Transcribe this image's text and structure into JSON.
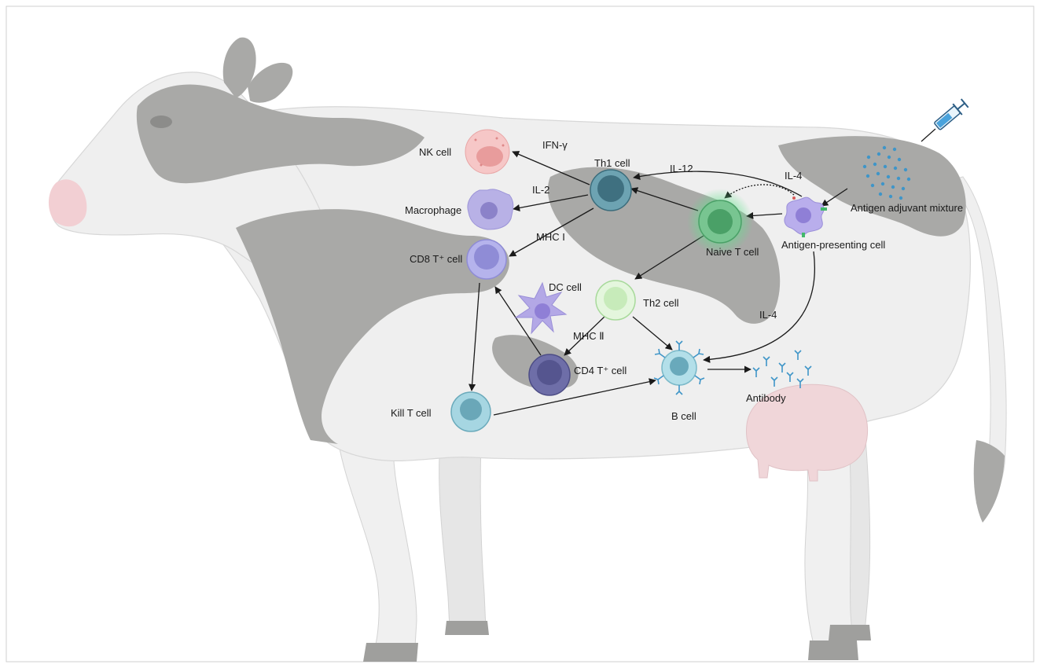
{
  "colors": {
    "cow_body": "#efefef",
    "cow_patch": "#a9a9a7",
    "cow_outline": "#d9d9d9",
    "udder": "#f0d6d9",
    "nose": "#f2cfd3",
    "arrow": "#1a1a1a",
    "nk_cell": "#f3b5b5",
    "macrophage": "#b8b1e6",
    "cd8_cell": "#a9a6e6",
    "th1_cell": "#5f93a3",
    "naive_t_cell": "#5fb07a",
    "apc": "#b3a8e6",
    "th2_cell": "#d6f0cf",
    "cd4_cell": "#6e6ea8",
    "b_cell": "#9fd0dd",
    "kill_t_cell": "#9fd0dd",
    "dc_cell": "#b3a8e6",
    "antibody": "#3f95c8",
    "antigen_dots": "#3f95c8"
  },
  "labels": {
    "nk_cell": "NK  cell",
    "ifn_gamma": "IFN-γ",
    "th1_cell": "Th1 cell",
    "il12": "IL-12",
    "il4_top": "IL-4",
    "il2": "IL-2",
    "macrophage": "Macrophage",
    "mhc_i": "MHC I",
    "cd8_cell": "CD8 T⁺ cell",
    "naive_t_cell": "Naive T cell",
    "apc": "Antigen-presenting  cell",
    "antigen_mixture": "Antigen adjuvant mixture",
    "dc_cell": "DC cell",
    "th2_cell": "Th2 cell",
    "il4_right": "IL-4",
    "mhc_ii": "MHC Ⅱ",
    "cd4_cell": "CD4 T⁺ cell",
    "b_cell": "B cell",
    "antibody": "Antibody",
    "kill_t_cell": "Kill T cell"
  },
  "icons": [
    "syringe-icon",
    "antibody-icon",
    "antigen-dots-icon"
  ]
}
